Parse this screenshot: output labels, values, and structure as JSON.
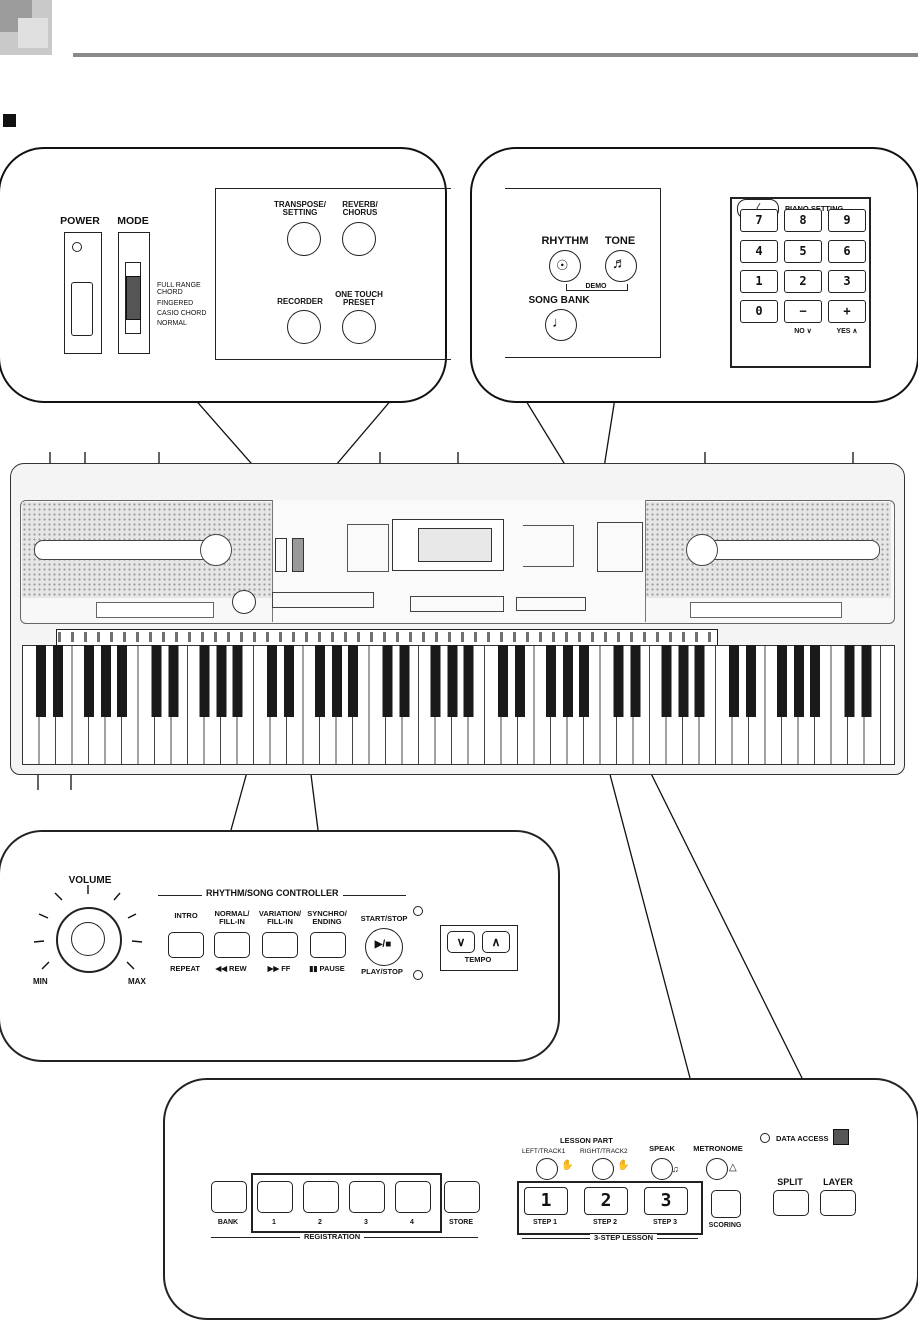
{
  "power": {
    "label": "POWER"
  },
  "mode": {
    "label": "MODE",
    "options": [
      "FULL RANGE CHORD",
      "FINGERED",
      "CASIO CHORD",
      "NORMAL"
    ]
  },
  "top_left_panel": {
    "transpose_label": "TRANSPOSE/ SETTING",
    "reverb_label": "REVERB/ CHORUS",
    "recorder_label": "RECORDER",
    "one_touch_label": "ONE TOUCH PRESET"
  },
  "top_right_panel": {
    "rhythm_label": "RHYTHM",
    "tone_label": "TONE",
    "demo_label": "DEMO",
    "song_bank_label": "SONG BANK",
    "piano_setting_label": "PIANO SETTING",
    "keypad": [
      "7",
      "8",
      "9",
      "4",
      "5",
      "6",
      "1",
      "2",
      "3",
      "0",
      "−",
      "+"
    ],
    "no_label": "NO ∨",
    "yes_label": "YES ∧"
  },
  "rhythm_controller": {
    "volume_label": "VOLUME",
    "min_label": "MIN",
    "max_label": "MAX",
    "title": "RHYTHM/SONG CONTROLLER",
    "intro_label": "INTRO",
    "repeat_label": "REPEAT",
    "normal_fill_label": "NORMAL/ FILL-IN",
    "rew_label": "◀◀ REW",
    "variation_fill_label": "VARIATION/ FILL-IN",
    "ff_label": "▶▶ FF",
    "synchro_label": "SYNCHRO/ ENDING",
    "pause_label": "▮▮ PAUSE",
    "start_stop_label": "START/STOP",
    "play_stop_label": "PLAY/STOP",
    "play_symbol": "▶/■",
    "tempo_label": "TEMPO",
    "tempo_down": "∨",
    "tempo_up": "∧"
  },
  "bottom_panel": {
    "lesson_part_label": "LESSON PART",
    "left_track_label": "LEFT/TRACK1",
    "right_track_label": "RIGHT/TRACK2",
    "speak_label": "SPEAK",
    "metronome_label": "METRONOME",
    "data_access_label": "DATA ACCESS",
    "split_label": "SPLIT",
    "layer_label": "LAYER",
    "bank_label": "BANK",
    "store_label": "STORE",
    "registration_label": "REGISTRATION",
    "reg_numbers": [
      "1",
      "2",
      "3",
      "4"
    ],
    "step_numbers": [
      "1",
      "2",
      "3"
    ],
    "step_labels": [
      "STEP 1",
      "STEP 2",
      "STEP 3"
    ],
    "three_step_lesson_label": "3-STEP LESSON",
    "scoring_label": "SCORING"
  }
}
